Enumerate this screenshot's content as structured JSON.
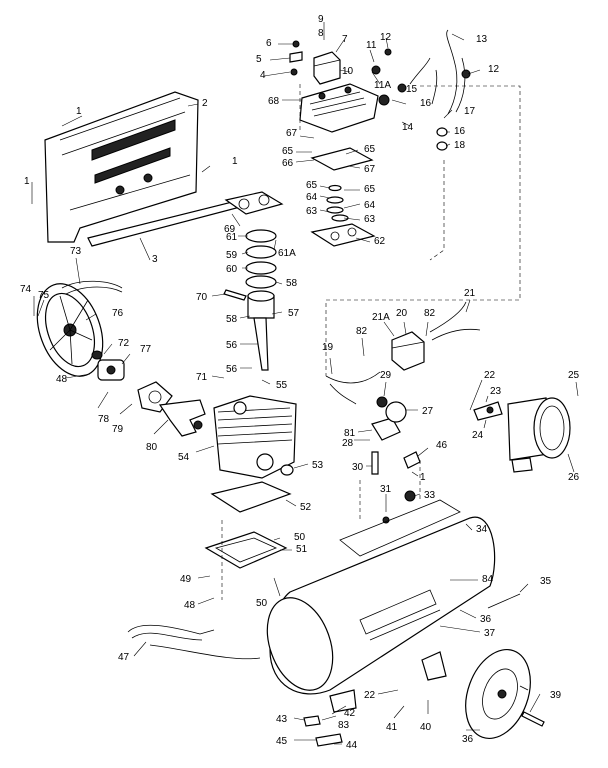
{
  "parts": [
    {
      "id": "p1a",
      "label": "1"
    },
    {
      "id": "p2",
      "label": "2"
    },
    {
      "id": "p1b",
      "label": "1"
    },
    {
      "id": "p1c",
      "label": "1"
    },
    {
      "id": "p3",
      "label": "3"
    },
    {
      "id": "p4",
      "label": "4"
    },
    {
      "id": "p5",
      "label": "5"
    },
    {
      "id": "p6",
      "label": "6"
    },
    {
      "id": "p7",
      "label": "7"
    },
    {
      "id": "p8",
      "label": "8"
    },
    {
      "id": "p9",
      "label": "9"
    },
    {
      "id": "p10",
      "label": "10"
    },
    {
      "id": "p11",
      "label": "11"
    },
    {
      "id": "p11A",
      "label": "11A"
    },
    {
      "id": "p12a",
      "label": "12"
    },
    {
      "id": "p12b",
      "label": "12"
    },
    {
      "id": "p13",
      "label": "13"
    },
    {
      "id": "p14",
      "label": "14"
    },
    {
      "id": "p15",
      "label": "15"
    },
    {
      "id": "p16a",
      "label": "16"
    },
    {
      "id": "p16b",
      "label": "16"
    },
    {
      "id": "p17",
      "label": "17"
    },
    {
      "id": "p18",
      "label": "18"
    },
    {
      "id": "p68",
      "label": "68"
    },
    {
      "id": "p67a",
      "label": "67"
    },
    {
      "id": "p65a",
      "label": "65"
    },
    {
      "id": "p66",
      "label": "66"
    },
    {
      "id": "p65b",
      "label": "65"
    },
    {
      "id": "p67b",
      "label": "67"
    },
    {
      "id": "p65c",
      "label": "65"
    },
    {
      "id": "p64a",
      "label": "64"
    },
    {
      "id": "p63a",
      "label": "63"
    },
    {
      "id": "p65d",
      "label": "65"
    },
    {
      "id": "p64b",
      "label": "64"
    },
    {
      "id": "p63b",
      "label": "63"
    },
    {
      "id": "p62",
      "label": "62"
    },
    {
      "id": "p69",
      "label": "69"
    },
    {
      "id": "p61",
      "label": "61"
    },
    {
      "id": "p61A",
      "label": "61A"
    },
    {
      "id": "p59",
      "label": "59"
    },
    {
      "id": "p60",
      "label": "60"
    },
    {
      "id": "p58b",
      "label": "58"
    },
    {
      "id": "p70",
      "label": "70"
    },
    {
      "id": "p58",
      "label": "58"
    },
    {
      "id": "p57",
      "label": "57"
    },
    {
      "id": "p56a",
      "label": "56"
    },
    {
      "id": "p56b",
      "label": "56"
    },
    {
      "id": "p55",
      "label": "55"
    },
    {
      "id": "p71",
      "label": "71"
    },
    {
      "id": "p74",
      "label": "74"
    },
    {
      "id": "p75",
      "label": "75"
    },
    {
      "id": "p73",
      "label": "73"
    },
    {
      "id": "p76",
      "label": "76"
    },
    {
      "id": "p72",
      "label": "72"
    },
    {
      "id": "p77",
      "label": "77"
    },
    {
      "id": "p48a",
      "label": "48"
    },
    {
      "id": "p78",
      "label": "78"
    },
    {
      "id": "p79",
      "label": "79"
    },
    {
      "id": "p80",
      "label": "80"
    },
    {
      "id": "p54",
      "label": "54"
    },
    {
      "id": "p53",
      "label": "53"
    },
    {
      "id": "p52",
      "label": "52"
    },
    {
      "id": "p50a",
      "label": "50"
    },
    {
      "id": "p51",
      "label": "51"
    },
    {
      "id": "p49",
      "label": "49"
    },
    {
      "id": "p48b",
      "label": "48"
    },
    {
      "id": "p50b",
      "label": "50"
    },
    {
      "id": "p47",
      "label": "47"
    },
    {
      "id": "p19",
      "label": "19"
    },
    {
      "id": "p82a",
      "label": "82"
    },
    {
      "id": "p21A",
      "label": "21A"
    },
    {
      "id": "p20",
      "label": "20"
    },
    {
      "id": "p82b",
      "label": "82"
    },
    {
      "id": "p21",
      "label": "21"
    },
    {
      "id": "p29",
      "label": "29"
    },
    {
      "id": "p27",
      "label": "27"
    },
    {
      "id": "p81",
      "label": "81"
    },
    {
      "id": "p28",
      "label": "28"
    },
    {
      "id": "p46",
      "label": "46"
    },
    {
      "id": "p30",
      "label": "30"
    },
    {
      "id": "p1d",
      "label": "1"
    },
    {
      "id": "p31",
      "label": "31"
    },
    {
      "id": "p33",
      "label": "33"
    },
    {
      "id": "p22a",
      "label": "22"
    },
    {
      "id": "p23",
      "label": "23"
    },
    {
      "id": "p24",
      "label": "24"
    },
    {
      "id": "p25",
      "label": "25"
    },
    {
      "id": "p26",
      "label": "26"
    },
    {
      "id": "p34",
      "label": "34"
    },
    {
      "id": "p84",
      "label": "84"
    },
    {
      "id": "p35",
      "label": "35"
    },
    {
      "id": "p36a",
      "label": "36"
    },
    {
      "id": "p37",
      "label": "37"
    },
    {
      "id": "p22b",
      "label": "22"
    },
    {
      "id": "p42",
      "label": "42"
    },
    {
      "id": "p83",
      "label": "83"
    },
    {
      "id": "p43",
      "label": "43"
    },
    {
      "id": "p41",
      "label": "41"
    },
    {
      "id": "p40",
      "label": "40"
    },
    {
      "id": "p45",
      "label": "45"
    },
    {
      "id": "p44",
      "label": "44"
    },
    {
      "id": "p36b",
      "label": "36"
    },
    {
      "id": "p39",
      "label": "39"
    }
  ]
}
